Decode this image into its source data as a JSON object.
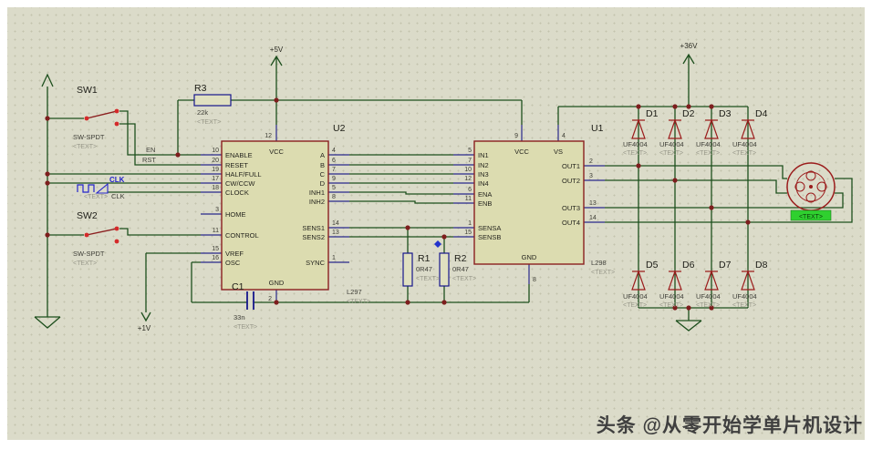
{
  "watermark": "头条 @从零开始学单片机设计",
  "power_labels": {
    "v5": "+5V",
    "v36": "+36V",
    "v1": "+1V"
  },
  "net_labels": {
    "en": "EN",
    "rst": "RST"
  },
  "clock_gen": {
    "ref": "CLK",
    "text": "<TEXT>",
    "net": "CLK"
  },
  "switch1": {
    "ref": "SW1",
    "type": "SW-SPDT",
    "text": "<TEXT>"
  },
  "switch2": {
    "ref": "SW2",
    "type": "SW-SPDT",
    "text": "<TEXT>"
  },
  "r3": {
    "ref": "R3",
    "value": "22k",
    "text": "<TEXT>"
  },
  "r1": {
    "ref": "R1",
    "value": "0R47",
    "text": "<TEXT>"
  },
  "r2": {
    "ref": "R2",
    "value": "0R47",
    "text": "<TEXT>"
  },
  "c1": {
    "ref": "C1",
    "value": "33n",
    "text": "<TEXT>"
  },
  "u2": {
    "ref": "U2",
    "part": "L297",
    "text": "<TEXT>",
    "top_pin": {
      "num": "12",
      "name": "VCC"
    },
    "bottom_pin": {
      "num": "2",
      "name": "GND"
    },
    "left_pins": [
      {
        "num": "10",
        "name": "ENABLE"
      },
      {
        "num": "20",
        "name": "RESET"
      },
      {
        "num": "19",
        "name": "HALF/FULL"
      },
      {
        "num": "17",
        "name": "CW/CCW"
      },
      {
        "num": "18",
        "name": "CLOCK"
      },
      {
        "num": "3",
        "name": "HOME"
      },
      {
        "num": "11",
        "name": "CONTROL"
      },
      {
        "num": "15",
        "name": "VREF"
      },
      {
        "num": "16",
        "name": "OSC"
      }
    ],
    "right_pins": [
      {
        "num": "4",
        "name": "A"
      },
      {
        "num": "6",
        "name": "B"
      },
      {
        "num": "7",
        "name": "C"
      },
      {
        "num": "9",
        "name": "D"
      },
      {
        "num": "5",
        "name": "INH1"
      },
      {
        "num": "8",
        "name": "INH2"
      },
      {
        "num": "14",
        "name": "SENS1"
      },
      {
        "num": "13",
        "name": "SENS2"
      },
      {
        "num": "1",
        "name": "SYNC"
      }
    ]
  },
  "u1": {
    "ref": "U1",
    "part": "L298",
    "text": "<TEXT>",
    "top_pins": [
      {
        "num": "9",
        "name": "VCC"
      },
      {
        "num": "4",
        "name": "VS"
      }
    ],
    "bottom_pin": {
      "num": "8",
      "name": "GND"
    },
    "left_pins": [
      {
        "num": "5",
        "name": "IN1"
      },
      {
        "num": "7",
        "name": "IN2"
      },
      {
        "num": "10",
        "name": "IN3"
      },
      {
        "num": "12",
        "name": "IN4"
      },
      {
        "num": "6",
        "name": "ENA"
      },
      {
        "num": "11",
        "name": "ENB"
      },
      {
        "num": "1",
        "name": "SENSA"
      },
      {
        "num": "15",
        "name": "SENSB"
      }
    ],
    "right_pins": [
      {
        "num": "2",
        "name": "OUT1"
      },
      {
        "num": "3",
        "name": "OUT2"
      },
      {
        "num": "13",
        "name": "OUT3"
      },
      {
        "num": "14",
        "name": "OUT4"
      }
    ]
  },
  "diodes": [
    {
      "ref": "D1",
      "value": "UF4004",
      "text": "<TEXT>"
    },
    {
      "ref": "D2",
      "value": "UF4004",
      "text": "<TEXT>"
    },
    {
      "ref": "D3",
      "value": "UF4004",
      "text": "<TEXT>"
    },
    {
      "ref": "D4",
      "value": "UF4004",
      "text": "<TEXT>"
    },
    {
      "ref": "D5",
      "value": "UF4004",
      "text": "<TEXT>"
    },
    {
      "ref": "D6",
      "value": "UF4004",
      "text": "<TEXT>"
    },
    {
      "ref": "D7",
      "value": "UF4004",
      "text": "<TEXT>"
    },
    {
      "ref": "D8",
      "value": "UF4004",
      "text": "<TEXT>"
    }
  ],
  "motor": {
    "text": "<TEXT>"
  },
  "colors": {
    "wire": "#1d4f1d",
    "pin_stub": "#28288a",
    "component_outline": "#8b1f1f",
    "chip_fill": "#dcdcb0",
    "junction": "#7e1e1e",
    "highlight_green": "#2fd02f",
    "clk_blue": "#2424cc",
    "background": "#dbdbc9"
  }
}
